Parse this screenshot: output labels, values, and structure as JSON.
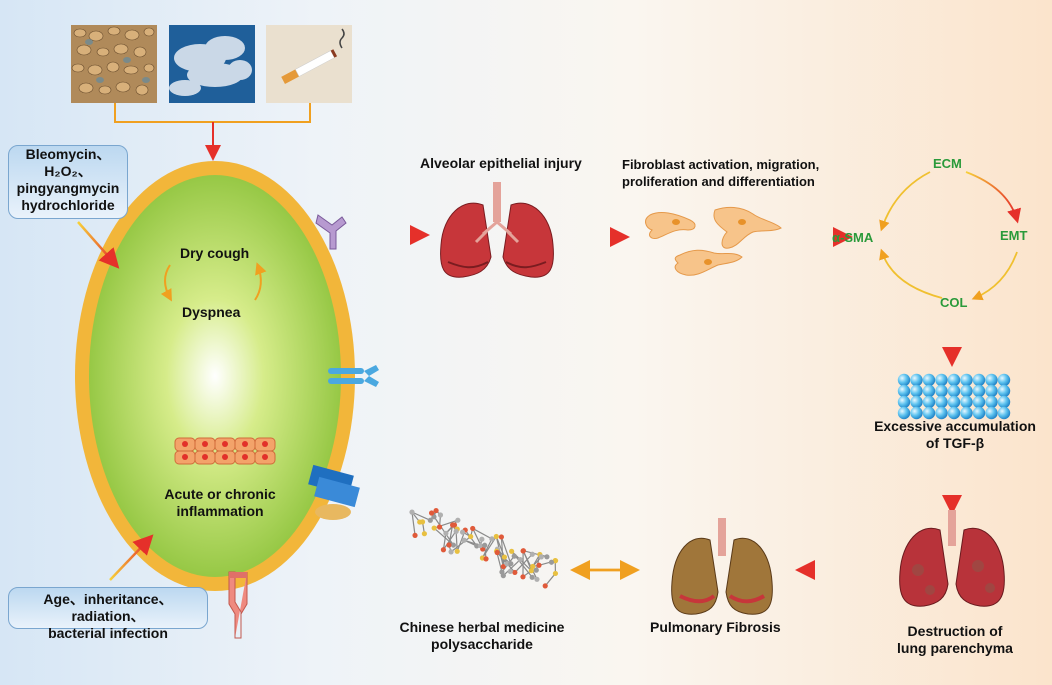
{
  "causes": {
    "chemicals": [
      "Bleomycin、",
      "H₂O₂、",
      "pingyangmycin",
      "hydrochloride"
    ],
    "other": "Age、inheritance、radiation、bacterial infection",
    "other_line1": "Age、inheritance、radiation、",
    "other_line2": "bacterial infection"
  },
  "cell": {
    "symptom_top": "Dry cough",
    "symptom_bottom": "Dyspnea",
    "inflammation": [
      "Acute or chronic",
      "inflammation"
    ]
  },
  "steps": {
    "injury": "Alveolar epithelial injury",
    "fibroblast": [
      "Fibroblast activation, migration,",
      "proliferation and differentiation"
    ],
    "tgf": [
      "Excessive accumulation",
      "of TGF-β"
    ],
    "destruction": [
      "Destruction of",
      "lung parenchyma"
    ],
    "fibrosis": "Pulmonary Fibrosis",
    "herbal": [
      "Chinese herbal medicine",
      "polysaccharide"
    ]
  },
  "cycle": {
    "top": "ECM",
    "right": "EMT",
    "bottom": "COL",
    "left": "α-SMA"
  },
  "icons": [
    "gravel-photo",
    "smog-photo",
    "cigarette-photo",
    "lung-icon",
    "fibroblast-icon",
    "tgf-beta-sphere-grid",
    "damaged-lung-icon",
    "fibrotic-lung-icon",
    "polysaccharide-molecule-icon",
    "receptor-icon",
    "epithelial-cells-icon"
  ],
  "colors": {
    "cell_fill": "#9fce3c",
    "cell_border": "#f2b63a",
    "arrow": "#e8382a",
    "cycle_text": "#2a9a3a"
  }
}
